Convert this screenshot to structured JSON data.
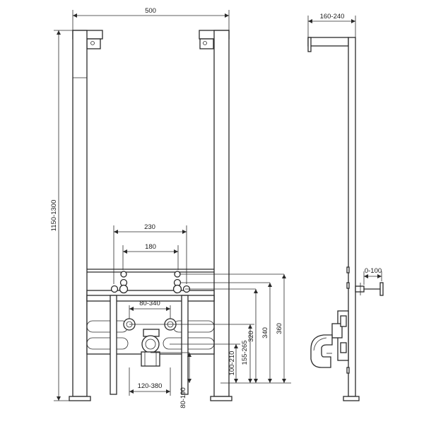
{
  "front_view": {
    "dimensions": {
      "width": "500",
      "height": "1150-1300",
      "pipe_spacing_outer": "230",
      "pipe_spacing_inner": "180",
      "fixing_range": "80-340",
      "drain_range": "120-380",
      "drain_height": "80-190",
      "height_100_210": "100-210",
      "height_155_265": "155-265",
      "height_320": "320",
      "height_340": "340",
      "height_360": "360"
    }
  },
  "side_view": {
    "dimensions": {
      "depth": "160-240",
      "adjust": "0-100"
    }
  }
}
